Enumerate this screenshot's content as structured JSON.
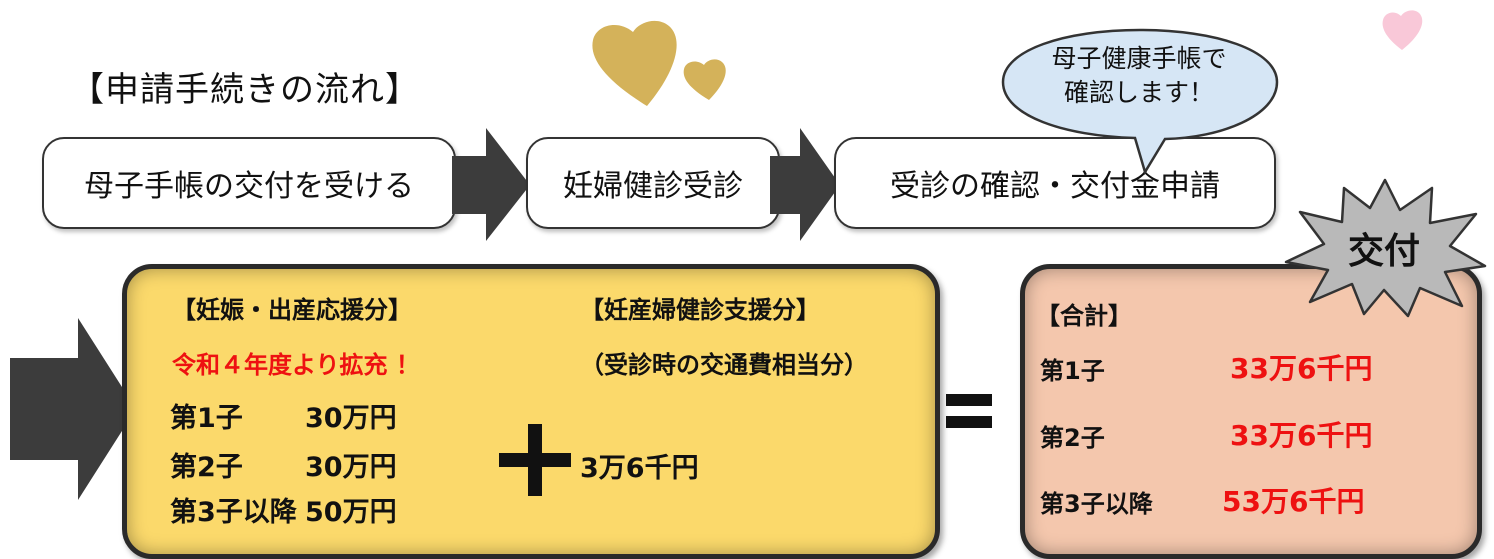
{
  "title": "【申請手続きの流れ】",
  "flow": {
    "step1": "母子手帳の交付を受ける",
    "step2": "妊婦健診受診",
    "step3": "受診の確認・交付金申請",
    "bubble_line1": "母子健康手帳で",
    "bubble_line2": "確認します！"
  },
  "burst_label": "交付",
  "left_box": {
    "heading": "【妊娠・出産応援分】",
    "expansion_note": "令和４年度より拡充 ！",
    "rows": [
      {
        "label": "第1子",
        "amount": "30万円"
      },
      {
        "label": "第2子",
        "amount": "30万円"
      },
      {
        "label": "第3子以降",
        "amount": "50万円"
      }
    ],
    "support_heading": "【妊産婦健診支援分】",
    "support_note": "（受診時の交通費相当分）",
    "support_amount": "3万6千円"
  },
  "operators": {
    "plus": "＋",
    "equals": "＝"
  },
  "total_box": {
    "heading": "【合計】",
    "rows": [
      {
        "label": "第1子",
        "amount": "33万6千円"
      },
      {
        "label": "第2子",
        "amount": "33万6千円"
      },
      {
        "label": "第3子以降",
        "amount": "53万6千円"
      }
    ]
  },
  "colors": {
    "yellow_box": "#fbd96b",
    "salmon_box": "#f4c7ad",
    "red_text": "#ee1111",
    "arrow": "#3c3c3c",
    "bubble": "#d6e6f5",
    "heart_gold": "#d4b25a",
    "heart_pink": "#f9c8d8"
  }
}
